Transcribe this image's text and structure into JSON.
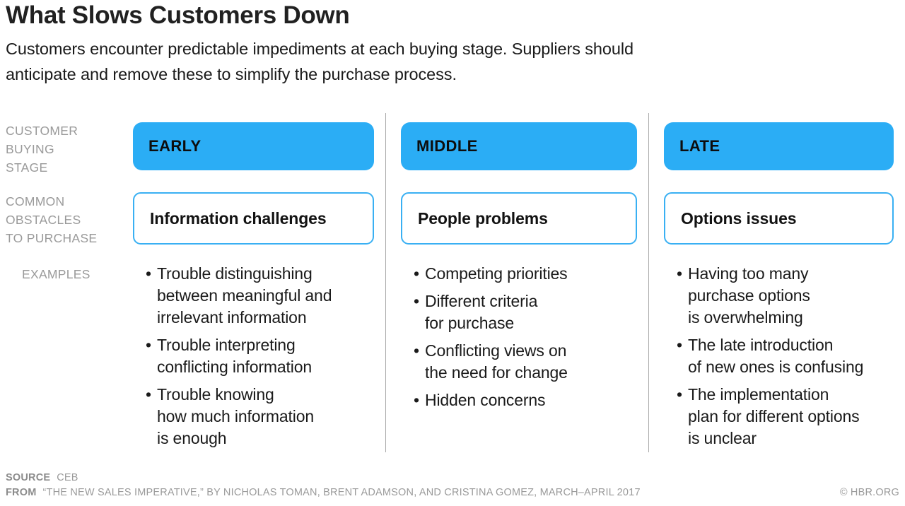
{
  "header": {
    "title": "What Slows Customers Down",
    "subtitle": "Customers encounter predictable impediments at each buying stage. Suppliers should anticipate and remove these to simplify the purchase process."
  },
  "colors": {
    "accent_blue": "#2badf5",
    "outline_blue": "#39b0f3",
    "label_gray": "#9a9a9a",
    "text_black": "#1a1a1a",
    "divider_gray": "#a8a8a8"
  },
  "row_labels": {
    "stage": "CUSTOMER\nBUYING\nSTAGE",
    "obstacles": "COMMON\nOBSTACLES\nTO PURCHASE",
    "examples": "EXAMPLES"
  },
  "columns": [
    {
      "stage": "EARLY",
      "obstacle": "Information challenges",
      "examples": [
        "Trouble distinguishing\nbetween meaningful and\nirrelevant information",
        "Trouble interpreting\nconflicting information",
        "Trouble knowing\nhow much information\nis enough"
      ]
    },
    {
      "stage": "MIDDLE",
      "obstacle": "People problems",
      "examples": [
        "Competing priorities",
        "Different criteria\nfor purchase",
        "Conflicting views on\nthe need for change",
        "Hidden concerns"
      ]
    },
    {
      "stage": "LATE",
      "obstacle": "Options issues",
      "examples": [
        "Having too many\npurchase options\nis overwhelming",
        "The late introduction\nof new ones is confusing",
        "The implementation\nplan for different options\nis unclear"
      ]
    }
  ],
  "bullet_glyph": "•",
  "footer": {
    "source_key": "SOURCE",
    "source_value": "CEB",
    "from_key": "FROM",
    "from_value": "“THE NEW SALES IMPERATIVE,” BY NICHOLAS TOMAN, BRENT ADAMSON, AND CRISTINA GOMEZ, MARCH–APRIL 2017",
    "credit": "© HBR.ORG"
  }
}
